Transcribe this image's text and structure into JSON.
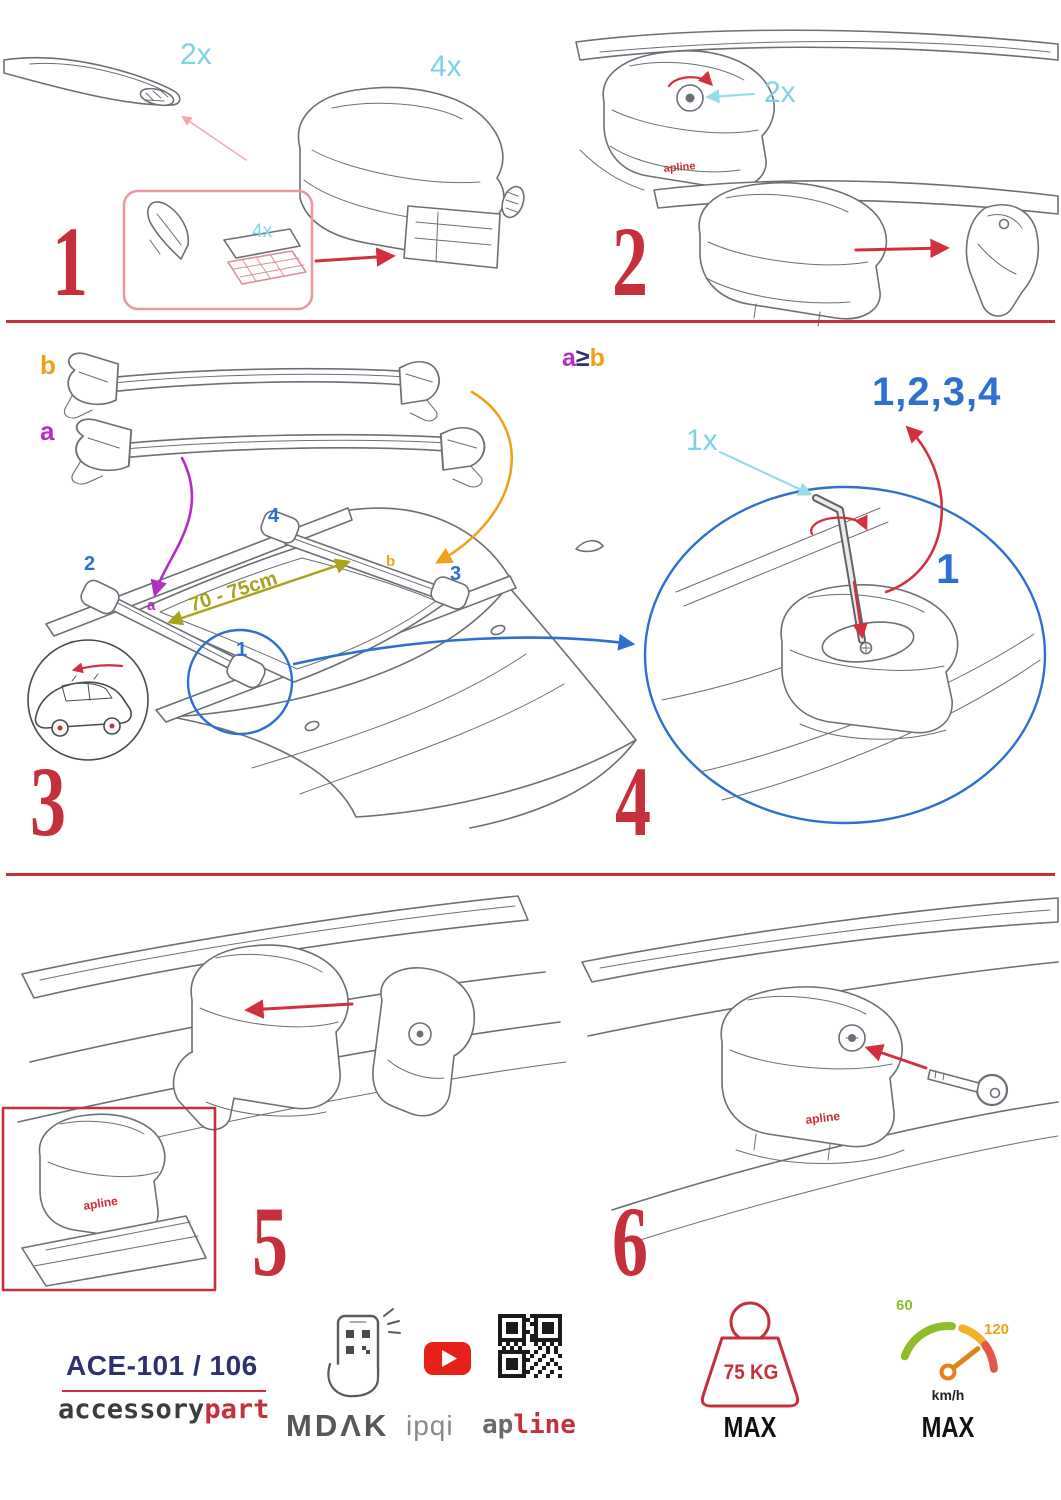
{
  "steps": {
    "s1": {
      "num": "1",
      "qty_bar": "2x",
      "qty_foot": "4x",
      "qty_pad": "4x"
    },
    "s2": {
      "num": "2",
      "qty_lock": "2x",
      "brand": "apline"
    },
    "s3": {
      "num": "3",
      "bar_a": "a",
      "bar_b": "b",
      "pos_1": "1",
      "pos_2": "2",
      "pos_3": "3",
      "pos_4": "4",
      "roof_a": "a",
      "roof_b": "b",
      "distance": "70 - 75cm"
    },
    "s4": {
      "num": "4",
      "rule_a": "a",
      "rule_op": "≥",
      "rule_b": "b",
      "sequence": "1,2,3,4",
      "qty_key": "1x",
      "first": "1"
    },
    "s5": {
      "num": "5",
      "brand": "apline"
    },
    "s6": {
      "num": "6",
      "brand": "apline"
    }
  },
  "footer": {
    "model": "ACE-101 / 106",
    "brand_name_gray": "accessory",
    "brand_name_red": "part",
    "logo_mdak": "MDΛK",
    "logo_ipqi": "ipqi",
    "logo_apline_gray": "ap",
    "logo_apline_red": "line",
    "weight_limit": "75 KG",
    "weight_max": "MAX",
    "speed_scale_low": "60",
    "speed_scale_high": "120",
    "speed_unit": "km/h",
    "speed_max": "MAX"
  },
  "colors": {
    "accent_red": "#c5303c",
    "qty_cyan": "#7ed2e6",
    "position_blue": "#2f6fd0",
    "bar_a_purple": "#b12fc2",
    "bar_b_orange": "#f0a11a",
    "dimension_olive": "#a9a21b",
    "model_navy": "#2e3170"
  }
}
